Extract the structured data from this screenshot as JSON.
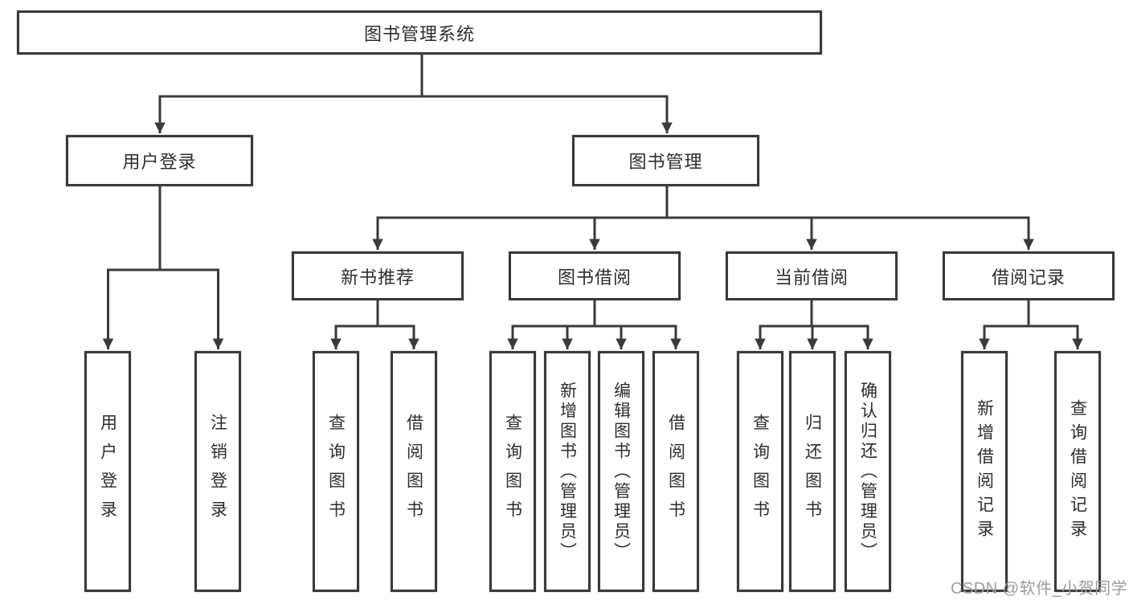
{
  "diagram": {
    "title_node": {
      "label": "图书管理系统"
    },
    "level2": [
      {
        "id": "user-login",
        "label": "用户登录"
      },
      {
        "id": "book-management",
        "label": "图书管理"
      }
    ],
    "level3": [
      {
        "id": "new-book-recommend",
        "parent": "图书管理",
        "label": "新书推荐"
      },
      {
        "id": "book-borrow",
        "parent": "图书管理",
        "label": "图书借阅"
      },
      {
        "id": "current-borrow",
        "parent": "图书管理",
        "label": "当前借阅"
      },
      {
        "id": "borrow-records",
        "parent": "图书管理",
        "label": "借阅记录"
      }
    ],
    "leaves": [
      {
        "parent": "用户登录",
        "label": "用户登录"
      },
      {
        "parent": "用户登录",
        "label": "注销登录"
      },
      {
        "parent": "新书推荐",
        "label": "查询图书"
      },
      {
        "parent": "新书推荐",
        "label": "借阅图书"
      },
      {
        "parent": "图书借阅",
        "label": "查询图书"
      },
      {
        "parent": "图书借阅",
        "label": "新增图书（管理员）"
      },
      {
        "parent": "图书借阅",
        "label": "编辑图书（管理员）"
      },
      {
        "parent": "图书借阅",
        "label": "借阅图书"
      },
      {
        "parent": "当前借阅",
        "label": "查询图书"
      },
      {
        "parent": "当前借阅",
        "label": "归还图书"
      },
      {
        "parent": "当前借阅",
        "label": "确认归还（管理员）"
      },
      {
        "parent": "借阅记录",
        "label": "新增借阅记录"
      },
      {
        "parent": "借阅记录",
        "label": "查询借阅记录"
      }
    ]
  },
  "watermark": {
    "text": "CSDN @软件_小贺同学"
  },
  "colors": {
    "line": "#3a3a3a",
    "text": "#2d2d2d",
    "watermark": "#9c9c9c",
    "background": "#ffffff"
  }
}
